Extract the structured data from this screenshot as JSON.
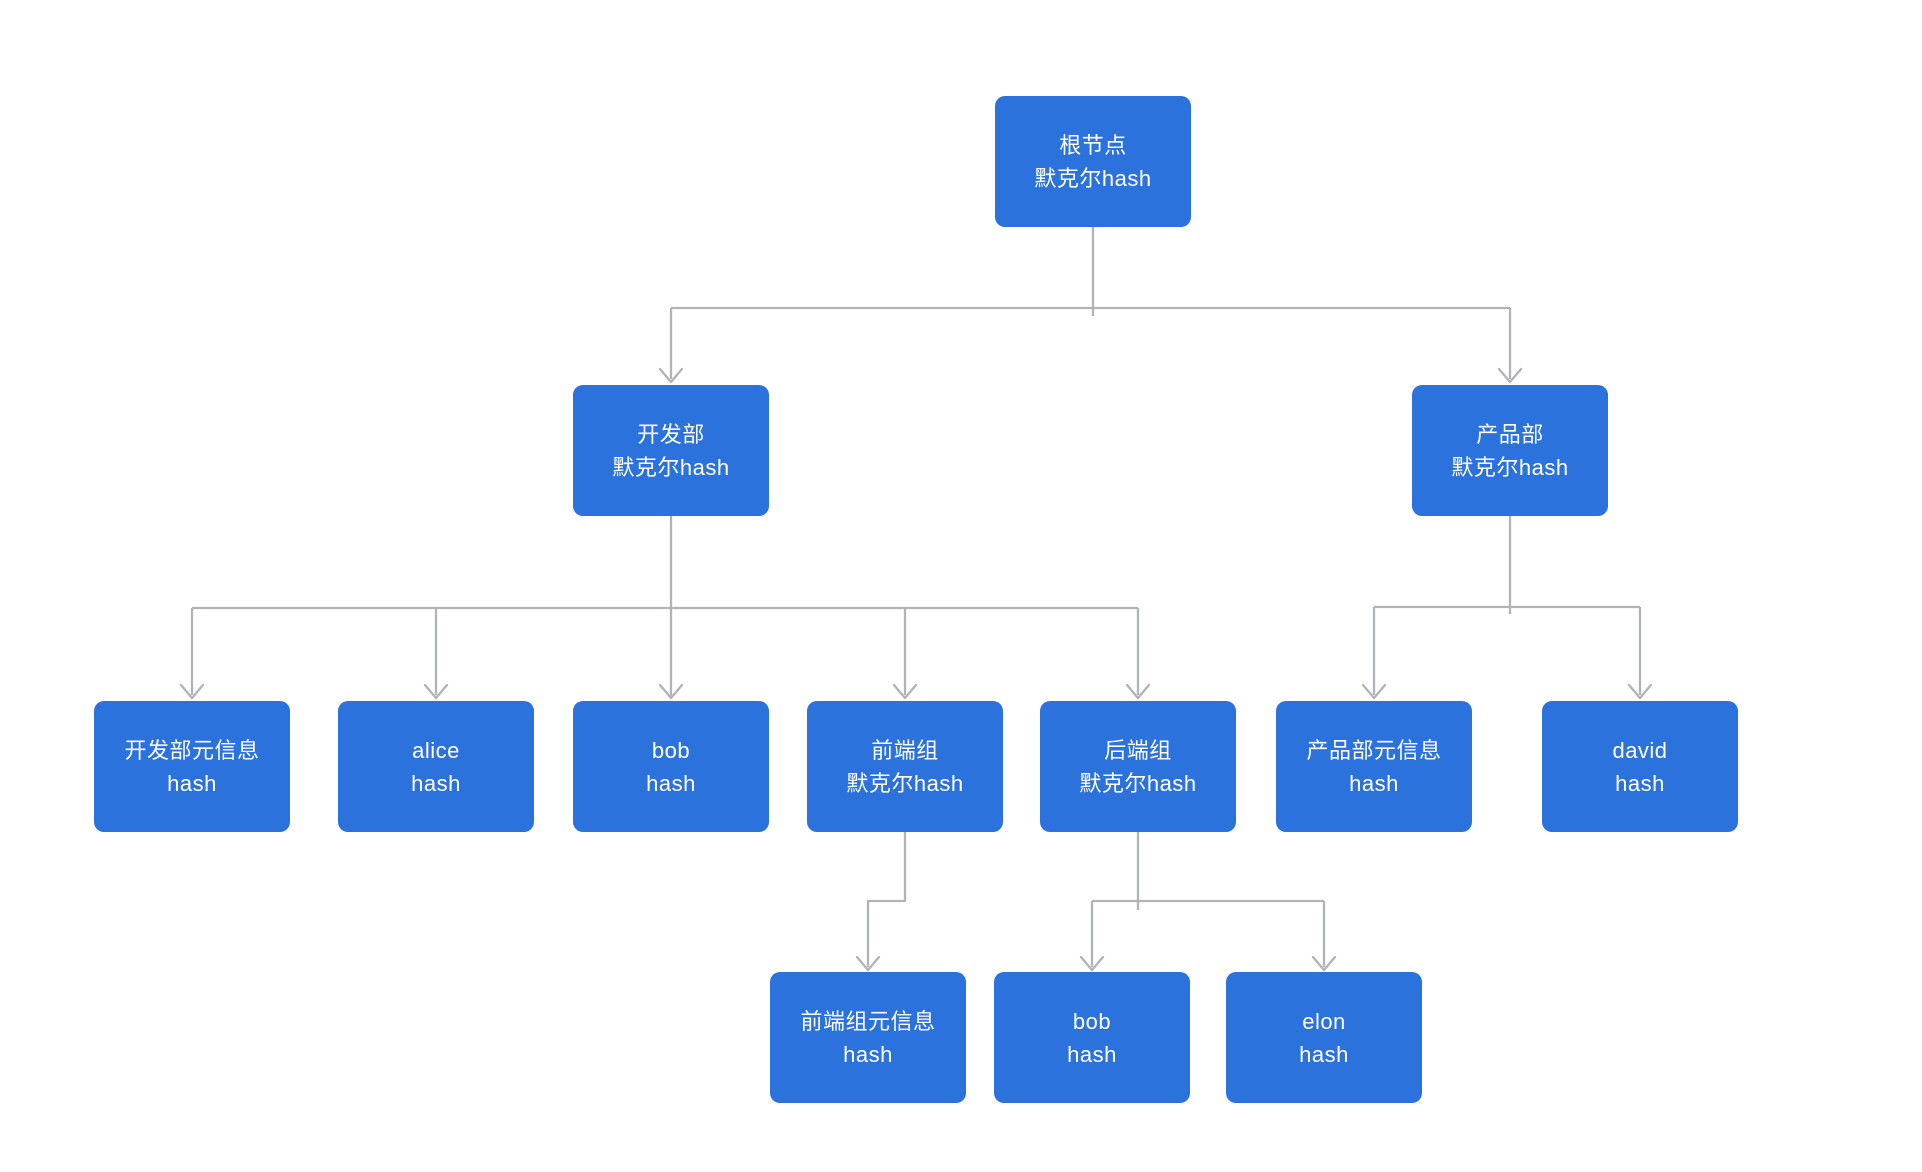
{
  "diagram": {
    "background": "#ffffff",
    "node_fill": "#2b72dc",
    "node_text_color": "#ffffff",
    "connector_color": "#b1b3b6"
  },
  "nodes": {
    "root": {
      "line1": "根节点",
      "line2": "默克尔hash"
    },
    "dev_dept": {
      "line1": "开发部",
      "line2": "默克尔hash"
    },
    "product_dept": {
      "line1": "产品部",
      "line2": "默克尔hash"
    },
    "dev_meta": {
      "line1": "开发部元信息",
      "line2": "hash"
    },
    "alice": {
      "line1": "alice",
      "line2": "hash"
    },
    "bob": {
      "line1": "bob",
      "line2": "hash"
    },
    "frontend_group": {
      "line1": "前端组",
      "line2": "默克尔hash"
    },
    "backend_group": {
      "line1": "后端组",
      "line2": "默克尔hash"
    },
    "product_meta": {
      "line1": "产品部元信息",
      "line2": "hash"
    },
    "david": {
      "line1": "david",
      "line2": "hash"
    },
    "frontend_meta": {
      "line1": "前端组元信息",
      "line2": "hash"
    },
    "bob_backend": {
      "line1": "bob",
      "line2": "hash"
    },
    "elon": {
      "line1": "elon",
      "line2": "hash"
    }
  },
  "edges": [
    {
      "from": "root",
      "to": "dev_dept"
    },
    {
      "from": "root",
      "to": "product_dept"
    },
    {
      "from": "dev_dept",
      "to": "dev_meta"
    },
    {
      "from": "dev_dept",
      "to": "alice"
    },
    {
      "from": "dev_dept",
      "to": "bob"
    },
    {
      "from": "dev_dept",
      "to": "frontend_group"
    },
    {
      "from": "dev_dept",
      "to": "backend_group"
    },
    {
      "from": "product_dept",
      "to": "product_meta"
    },
    {
      "from": "product_dept",
      "to": "david"
    },
    {
      "from": "frontend_group",
      "to": "frontend_meta"
    },
    {
      "from": "backend_group",
      "to": "bob_backend"
    },
    {
      "from": "backend_group",
      "to": "elon"
    }
  ]
}
